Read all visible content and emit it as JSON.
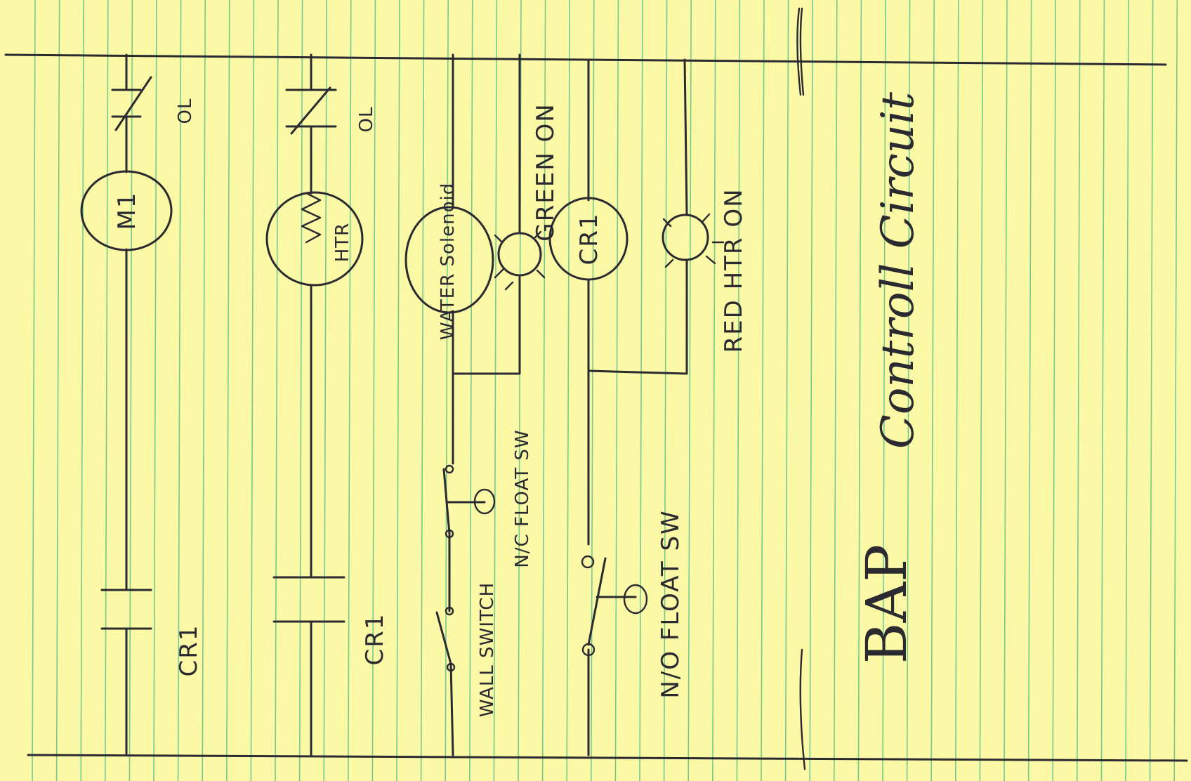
{
  "colors": {
    "paper": "#fbf8a6",
    "rule_line": "#5cc28a",
    "ink": "#2a2a30"
  },
  "diagram": {
    "title": "Controll Circuit",
    "initials": "BAP",
    "rungs": [
      {
        "contact_label": "CR1",
        "load_label": "M1",
        "overload_label": "OL"
      },
      {
        "contact_label": "CR1",
        "load_label": "HTR",
        "overload_label": "OL"
      },
      {
        "switch1_label": "WALL SWITCH",
        "switch2_label": "N/C FLOAT SW",
        "load_label": "WATER Solenoid",
        "lamp_label": "GREEN ON"
      },
      {
        "switch_label": "N/O FLOAT SW",
        "load_label": "CR1",
        "lamp_label": "RED HTR ON"
      }
    ]
  }
}
